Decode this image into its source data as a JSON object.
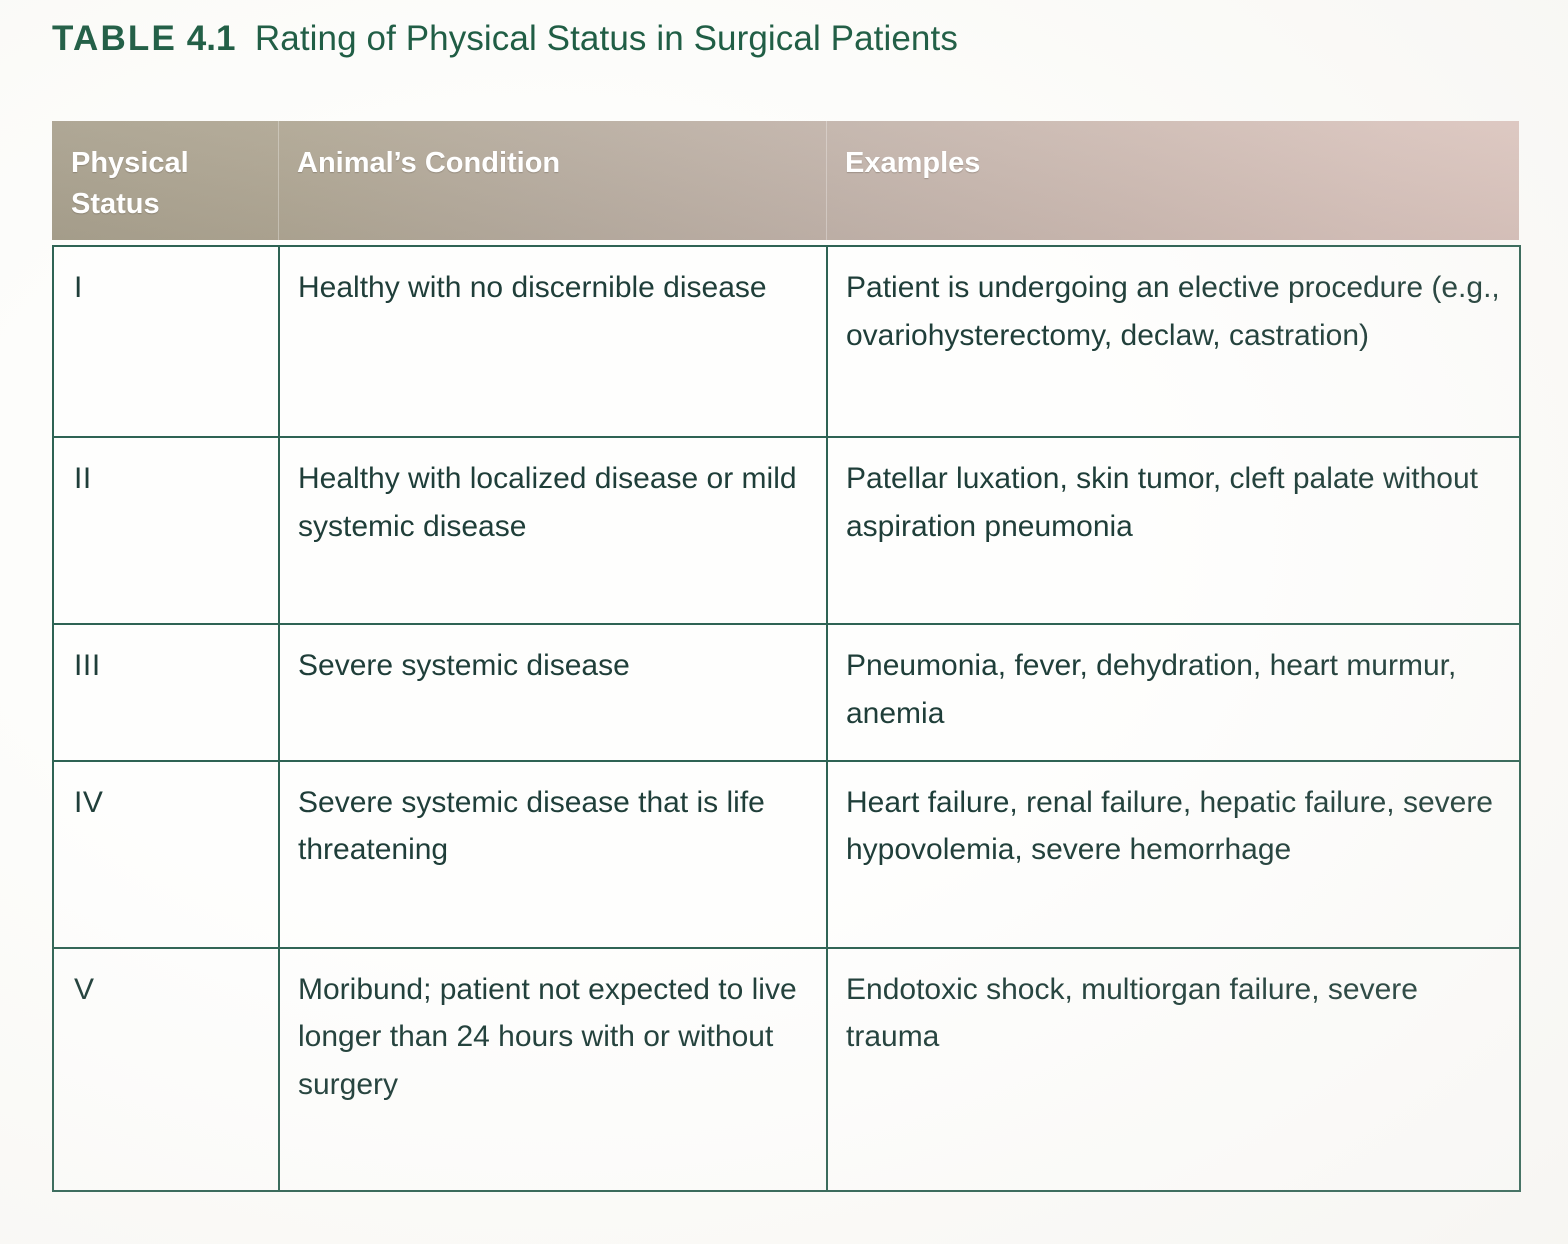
{
  "title": {
    "label": "TABLE",
    "number": "4.1",
    "text": "Rating of Physical Status in Surgical Patients",
    "color": "#1c5b42"
  },
  "colors": {
    "title_green": "#1c5b42",
    "body_text": "#1f3e39",
    "border_green": "#2e6354",
    "header_left": "#aaa28f",
    "header_right": "#dcc6bf",
    "header_text": "#ffffff",
    "cell_background": "#fefefd"
  },
  "table": {
    "columns": [
      {
        "key": "status",
        "header": "Physical Status"
      },
      {
        "key": "condition",
        "header": "Animal's Condition"
      },
      {
        "key": "examples",
        "header": "Examples"
      }
    ],
    "header_labels": {
      "status": "Physical Status",
      "condition": "Animal’s Condition",
      "examples": "Examples"
    },
    "rows": [
      {
        "status": "I",
        "condition": "Healthy with no discernible disease",
        "examples": "Patient is undergoing an elective procedure (e.g., ovariohysterectomy, declaw, castration)"
      },
      {
        "status": "II",
        "condition": "Healthy with localized disease or mild systemic disease",
        "examples": "Patellar luxation, skin tumor, cleft palate without aspiration pneumonia"
      },
      {
        "status": "III",
        "condition": "Severe systemic disease",
        "examples": "Pneumonia, fever, dehydration, heart murmur, anemia"
      },
      {
        "status": "IV",
        "condition": "Severe systemic disease that is life threatening",
        "examples": "Heart failure, renal failure, hepatic failure, severe hypovolemia, severe hemorrhage"
      },
      {
        "status": "V",
        "condition": "Moribund; patient not expected to live longer than 24 hours with or without surgery",
        "examples": "Endotoxic shock, multiorgan failure, severe trauma"
      }
    ]
  }
}
